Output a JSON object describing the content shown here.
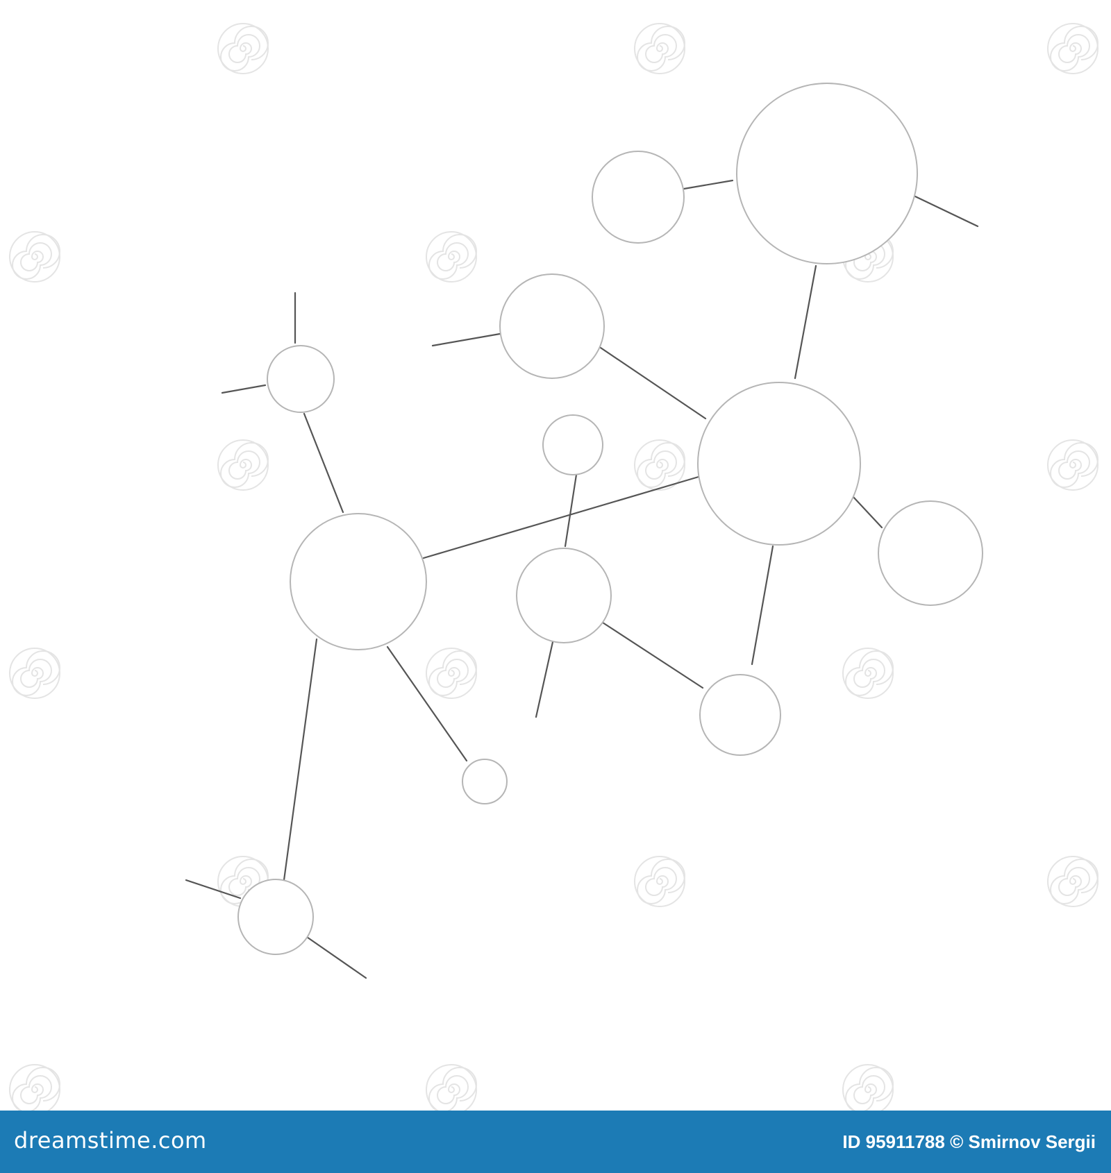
{
  "footer": {
    "brand": "dreamstime.com",
    "id_label": "ID",
    "id_value": "95911788",
    "copyright_symbol": "©",
    "author": "Smirnov Sergii",
    "background_color": "#1c7bb5",
    "text_color": "#ffffff"
  },
  "illustration": {
    "subject": "molecular structure of connected circles",
    "node_stroke_color": "#b5b5b5",
    "bond_color": "#555555",
    "watermark_color": "#e6e6e6"
  }
}
